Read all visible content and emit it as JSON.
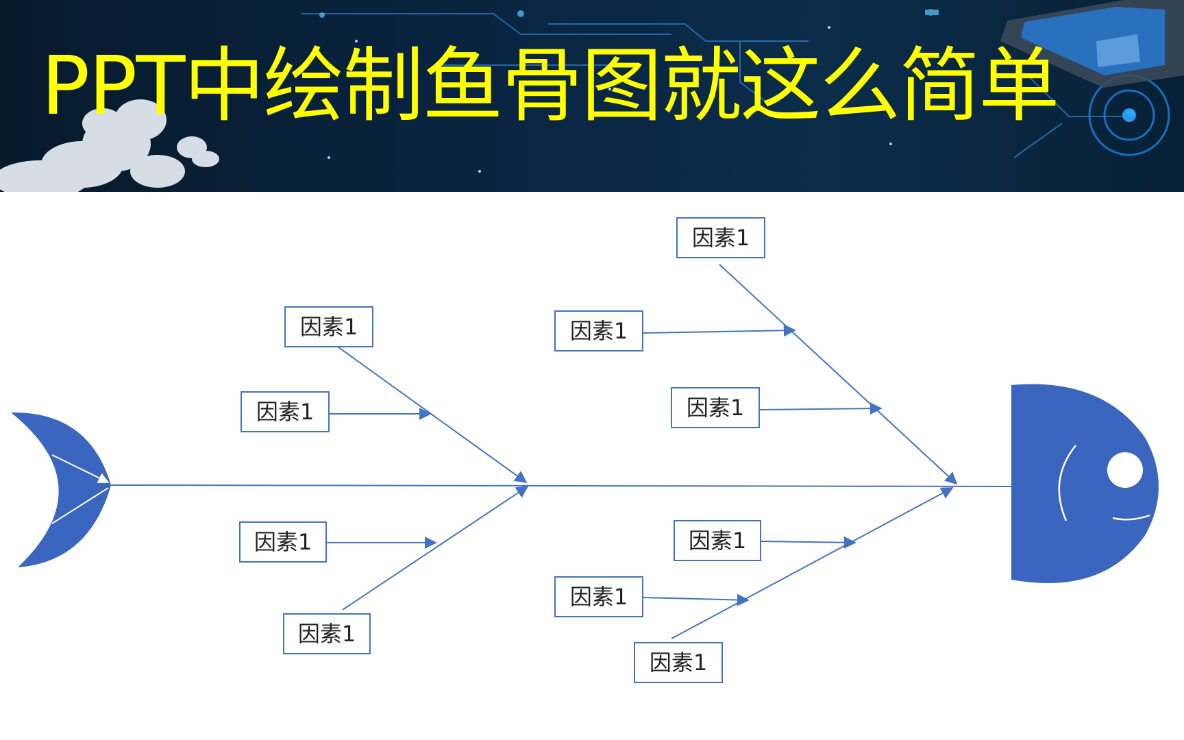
{
  "banner": {
    "title": "PPT中绘制鱼骨图就这么简单"
  },
  "diagram": {
    "line_color": "#4472c4",
    "shape_color": "#3a66c0",
    "factors": [
      {
        "id": "upper-left-top",
        "label": "因素1"
      },
      {
        "id": "upper-left-mid",
        "label": "因素1"
      },
      {
        "id": "lower-left-mid",
        "label": "因素1"
      },
      {
        "id": "lower-left-bottom",
        "label": "因素1"
      },
      {
        "id": "upper-right-top",
        "label": "因素1"
      },
      {
        "id": "upper-right-mid",
        "label": "因素1"
      },
      {
        "id": "upper-right-low",
        "label": "因素1"
      },
      {
        "id": "lower-right-top",
        "label": "因素1"
      },
      {
        "id": "lower-right-mid",
        "label": "因素1"
      },
      {
        "id": "lower-right-bottom",
        "label": "因素1"
      }
    ]
  }
}
